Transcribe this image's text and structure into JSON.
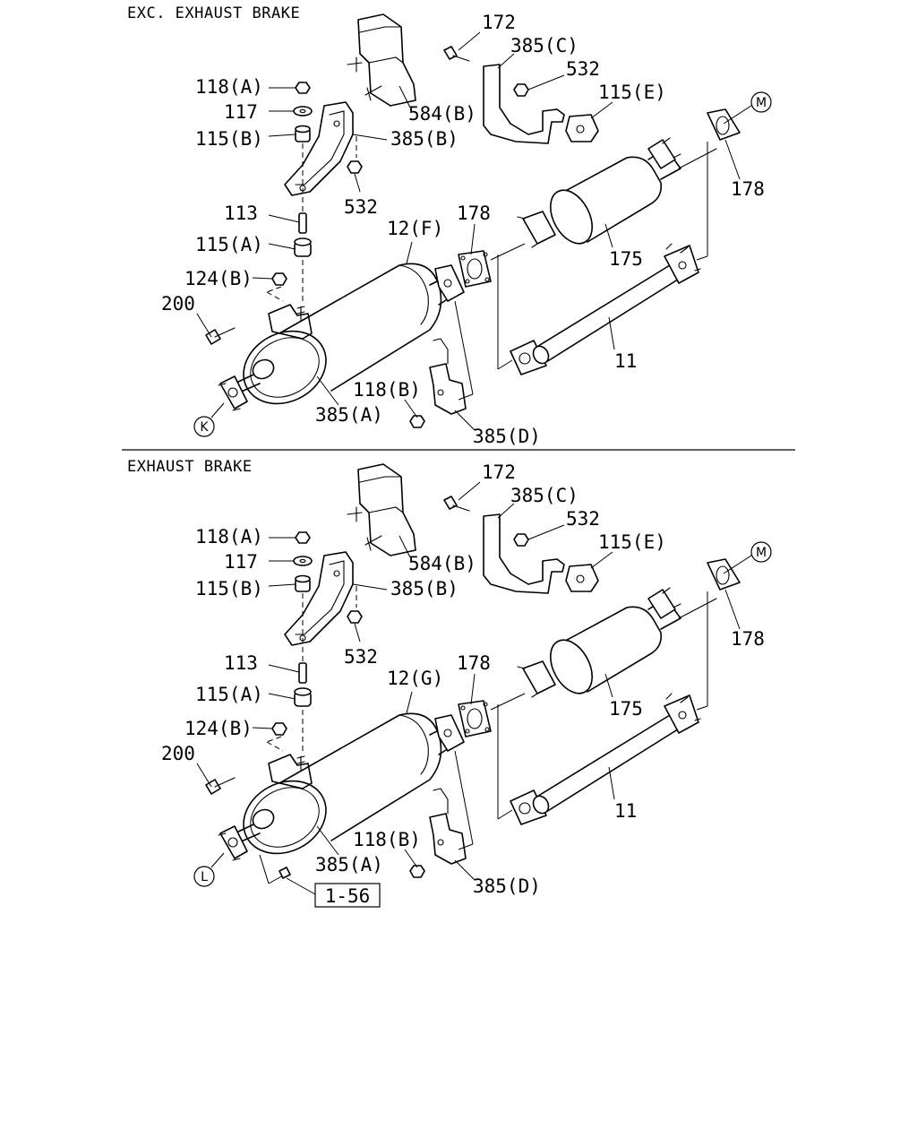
{
  "sections": [
    {
      "title": "EXC. EXHAUST BRAKE",
      "labels": {
        "p118a": "118(A)",
        "p117": "117",
        "p115b": "115(B)",
        "p113": "113",
        "p115a": "115(A)",
        "p124b": "124(B)",
        "p200": "200",
        "p584b": "584(B)",
        "p385b": "385(B)",
        "p532a": "532",
        "p172": "172",
        "p385c": "385(C)",
        "p532b": "532",
        "p115e": "115(E)",
        "p12": "12(F)",
        "p178a": "178",
        "p178b": "178",
        "p175": "175",
        "p11": "11",
        "p118b": "118(B)",
        "p385a": "385(A)",
        "p385d": "385(D)"
      },
      "ref_outlet": "K",
      "ref_inlet": "M"
    },
    {
      "title": "EXHAUST BRAKE",
      "labels": {
        "p118a": "118(A)",
        "p117": "117",
        "p115b": "115(B)",
        "p113": "113",
        "p115a": "115(A)",
        "p124b": "124(B)",
        "p200": "200",
        "p584b": "584(B)",
        "p385b": "385(B)",
        "p532a": "532",
        "p172": "172",
        "p385c": "385(C)",
        "p532b": "532",
        "p115e": "115(E)",
        "p12": "12(G)",
        "p178a": "178",
        "p178b": "178",
        "p175": "175",
        "p11": "11",
        "p118b": "118(B)",
        "p385a": "385(A)",
        "p385d": "385(D)"
      },
      "ref_outlet": "L",
      "ref_inlet": "M",
      "page_ref": "1-56"
    }
  ]
}
